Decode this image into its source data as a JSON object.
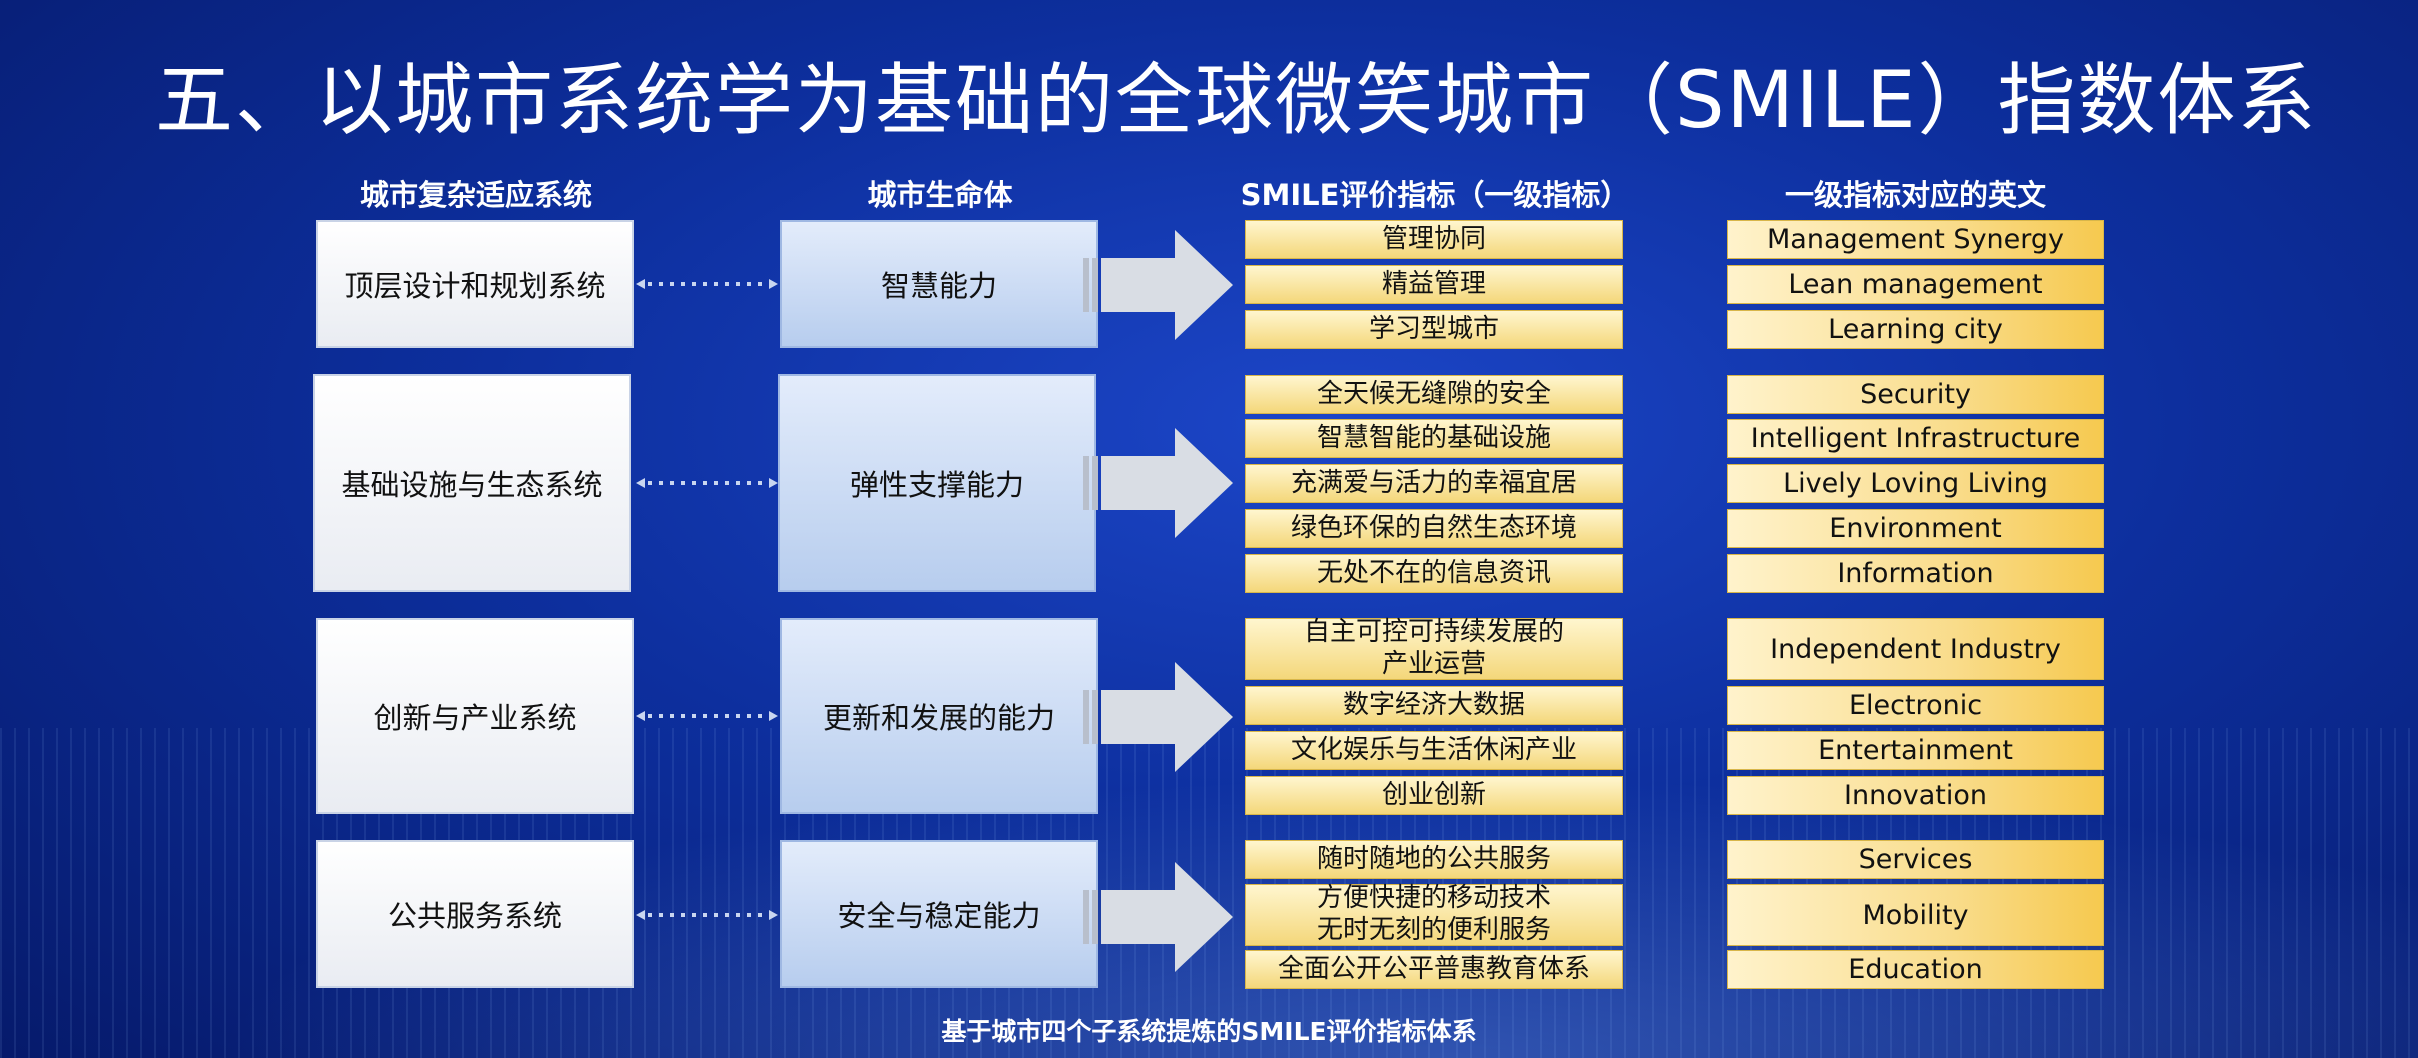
{
  "title": "五、以城市系统学为基础的全球微笑城市（SMILE）指数体系",
  "headers": {
    "col1": "城市复杂适应系统",
    "col2": "城市生命体",
    "col3": "SMILE评价指标（一级指标）",
    "col4": "一级指标对应的英文"
  },
  "groups": [
    {
      "system": "顶层设计和规划系统",
      "life": "智慧能力",
      "indicators": [
        "管理协同",
        "精益管理",
        "学习型城市"
      ],
      "english": [
        "Management Synergy",
        "Lean management",
        "Learning city"
      ]
    },
    {
      "system": "基础设施与生态系统",
      "life": "弹性支撑能力",
      "indicators": [
        "全天候无缝隙的安全",
        "智慧智能的基础设施",
        "充满爱与活力的幸福宜居",
        "绿色环保的自然生态环境",
        "无处不在的信息资讯"
      ],
      "english": [
        "Security",
        "Intelligent Infrastructure",
        "Lively Loving Living",
        "Environment",
        "Information"
      ]
    },
    {
      "system": "创新与产业系统",
      "life": "更新和发展的能力",
      "indicators": [
        "自主可控可持续发展的",
        "产业运营",
        "数字经济大数据",
        "文化娱乐与生活休闲产业",
        "创业创新"
      ],
      "english": [
        "Independent Industry",
        "Electronic",
        "Entertainment",
        "Innovation"
      ]
    },
    {
      "system": "公共服务系统",
      "life": "安全与稳定能力",
      "indicators": [
        "随时随地的公共服务",
        "方便快捷的移动技术",
        "无时无刻的便利服务",
        "全面公开公平普惠教育体系"
      ],
      "english": [
        "Services",
        "Mobility",
        "Education"
      ]
    }
  ],
  "footer": "基于城市四个子系统提炼的SMILE评价指标体系"
}
